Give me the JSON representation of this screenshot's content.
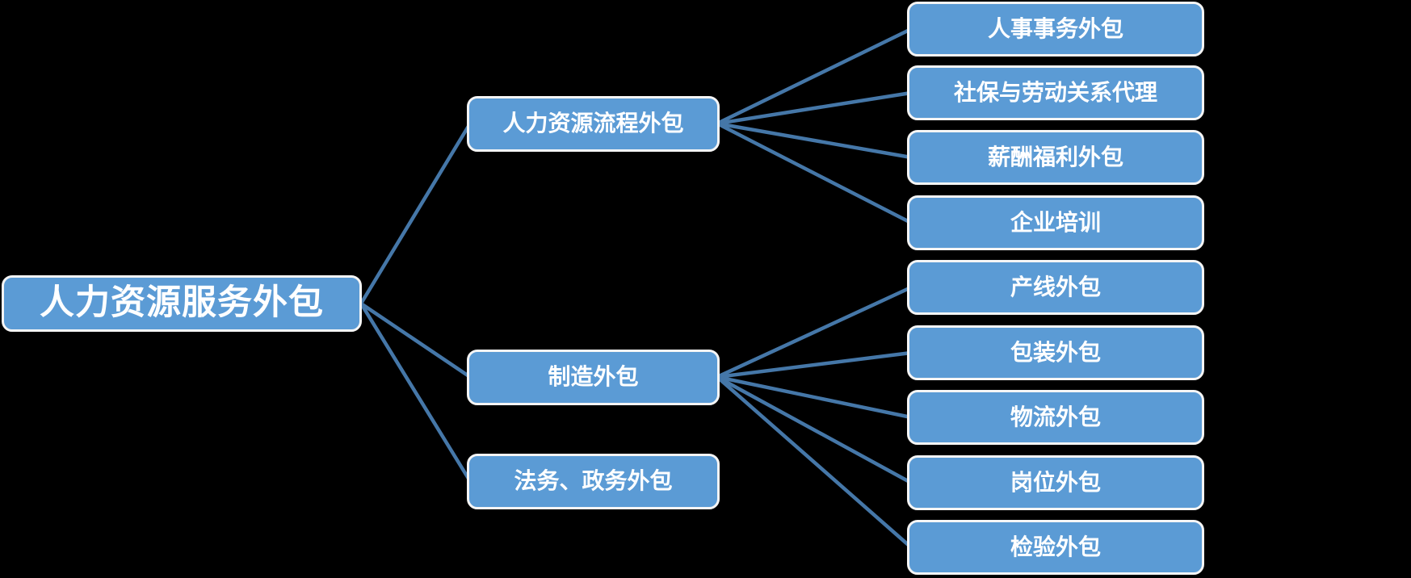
{
  "diagram": {
    "type": "tree-mindmap",
    "root": {
      "label": "人力资源服务外包"
    },
    "branches": [
      {
        "label": "人力资源流程外包",
        "children": [
          {
            "label": "人事事务外包"
          },
          {
            "label": "社保与劳动关系代理"
          },
          {
            "label": "薪酬福利外包"
          },
          {
            "label": "企业培训"
          }
        ]
      },
      {
        "label": "制造外包",
        "children": [
          {
            "label": "产线外包"
          },
          {
            "label": "包装外包"
          },
          {
            "label": "物流外包"
          },
          {
            "label": "岗位外包"
          },
          {
            "label": "检验外包"
          }
        ]
      },
      {
        "label": "法务、政务外包",
        "children": []
      }
    ],
    "colors": {
      "node_fill": "#5B9BD5",
      "node_border": "#F5F5F5",
      "connector": "#4577A8",
      "text": "#FFFFFF",
      "background": "#000000"
    }
  }
}
